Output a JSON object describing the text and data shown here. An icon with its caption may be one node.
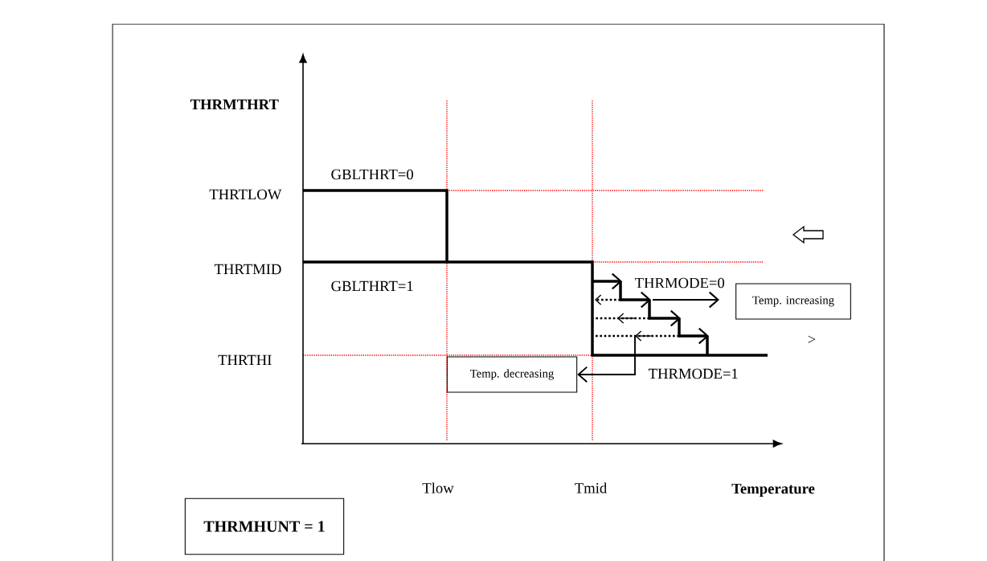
{
  "diagram": {
    "nodes": [
      {
        "text": [
          "Temp. increasing"
        ]
      },
      {
        "text": [
          "Temp. decreasing"
        ]
      },
      {
        "text": [
          "THRMHUNT = 1"
        ]
      }
    ],
    "edges": [
      {
        "from": null,
        "to": 1,
        "arrow": "to"
      }
    ],
    "labels": [
      "THRMTHRT",
      "GBLTHRT=0",
      "THRTLOW",
      "THRTMID",
      "GBLTHRT=1",
      "THRMODE=0",
      "THRTHI",
      ">",
      "THRMODE=1",
      "Tlow",
      "Tmid",
      "Temperature"
    ]
  }
}
